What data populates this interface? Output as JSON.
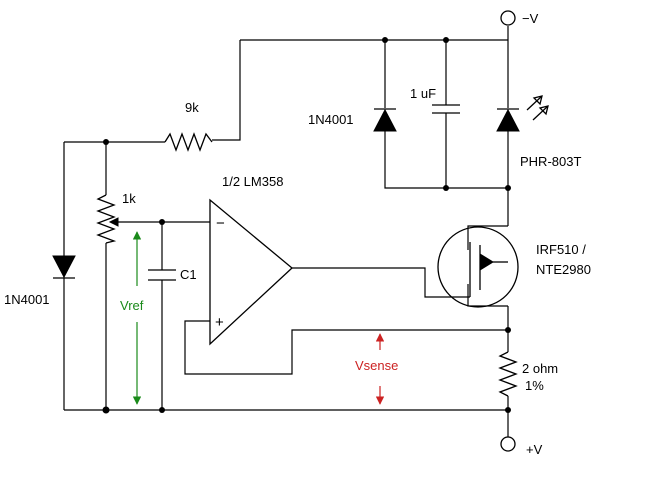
{
  "labels": {
    "neg_supply": "−V",
    "pos_supply": "+V",
    "r_9k": "9k",
    "d_1n4001_top": "1N4001",
    "c_1uf": "1 uF",
    "photodiode": "PHR-803T",
    "opamp": "1/2 LM358",
    "pot_1k": "1k",
    "mosfet_line1": "IRF510 /",
    "mosfet_line2": "NTE2980",
    "d_1n4001_left": "1N4001",
    "c1": "C1",
    "vref": "Vref",
    "vsense": "Vsense",
    "r_2ohm_line1": "2 ohm",
    "r_2ohm_line2": "1%",
    "opamp_minus": "−",
    "opamp_plus": "+"
  },
  "colors": {
    "wire": "#000000",
    "vref": "#1a8a1a",
    "vsense": "#cc2222"
  }
}
